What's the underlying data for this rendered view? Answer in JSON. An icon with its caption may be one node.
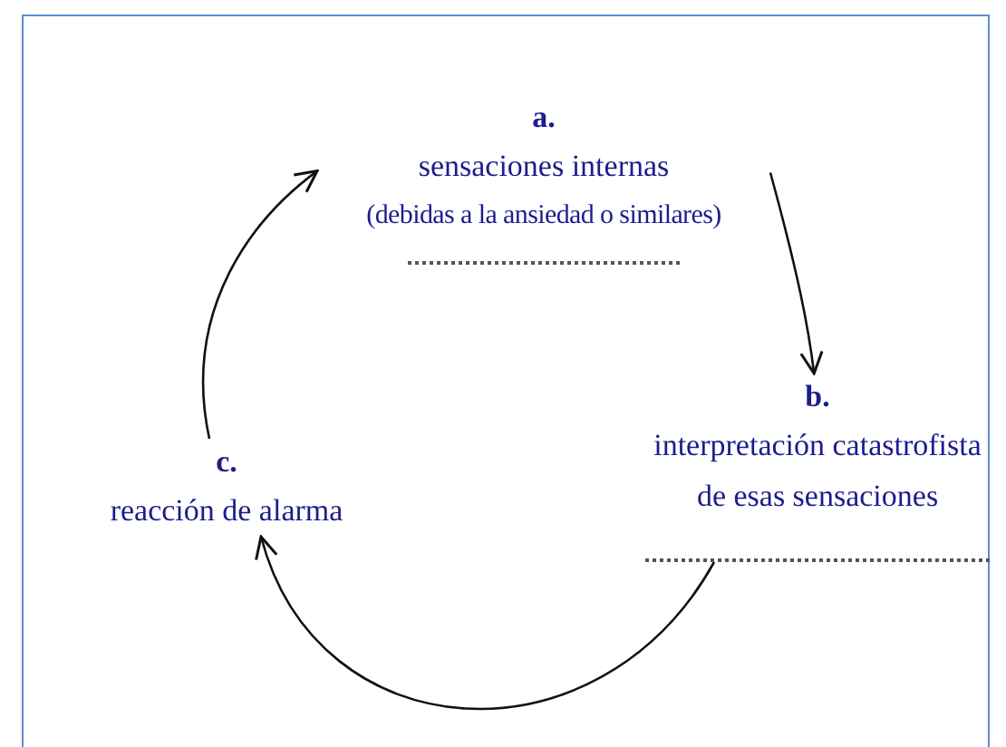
{
  "diagram": {
    "nodes": [
      {
        "text": [
          "a.",
          "sensaciones internas",
          "(debidas a la ansiedad o similares)"
        ]
      },
      {
        "text": [
          "b.",
          "interpretación catastrofista de esas sensaciones"
        ]
      },
      {
        "text": [
          "c.",
          "reacción de alarma"
        ]
      }
    ],
    "edges": [
      {
        "from": 0,
        "to": 1,
        "arrow": "to"
      },
      {
        "from": 1,
        "to": 2,
        "arrow": "to"
      },
      {
        "from": 2,
        "to": 0,
        "arrow": "to"
      }
    ]
  }
}
